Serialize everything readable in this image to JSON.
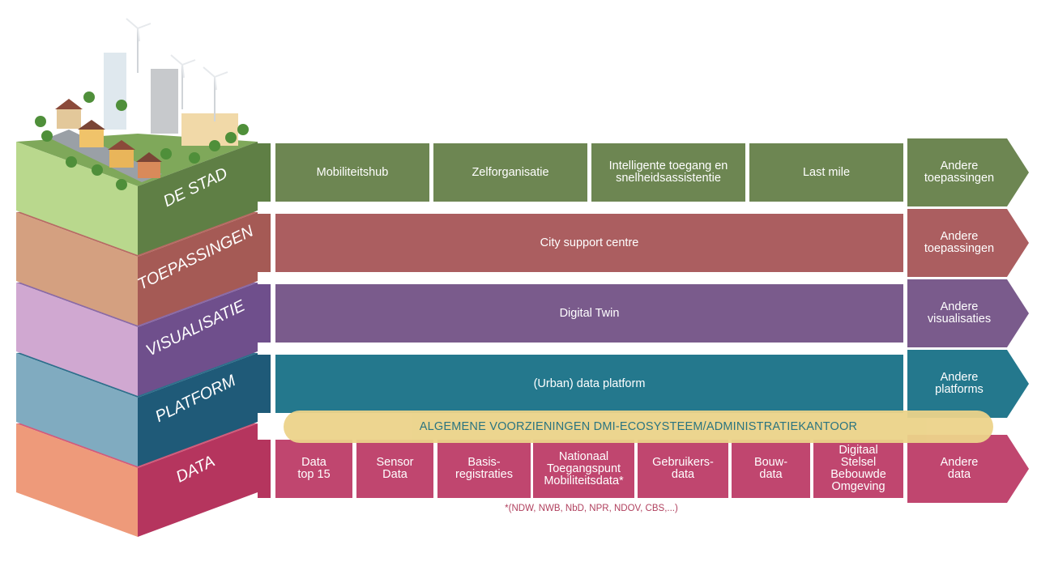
{
  "layers": [
    {
      "name": "DE STAD",
      "top_color": "#7fa85a",
      "front_color": "#b9d88d",
      "side_color": "#5f7f45",
      "cells": [
        "Mobiliteitshub",
        "Zelforganisatie",
        "Intelligente toegang en\nsnelheidsassistentie",
        "Last mile"
      ],
      "cell_color": "#6d8652",
      "arrow_label": "Andere\ntoepassingen"
    },
    {
      "name": "TOEPASSINGEN",
      "top_color": "#b76b63",
      "front_color": "#d4a080",
      "side_color": "#a55a55",
      "cells": [
        "City support centre"
      ],
      "cell_color": "#ab5e60",
      "arrow_label": "Andere\ntoepassingen"
    },
    {
      "name": "VISUALISATIE",
      "top_color": "#8b6aa6",
      "front_color": "#d0a8d1",
      "side_color": "#6f4f8c",
      "cells": [
        "Digital Twin"
      ],
      "cell_color": "#7a5b8c",
      "arrow_label": "Andere\nvisualisaties"
    },
    {
      "name": "PLATFORM",
      "top_color": "#2e6f8c",
      "front_color": "#80abc0",
      "side_color": "#1f5a78",
      "cells": [
        "(Urban) data platform"
      ],
      "cell_color": "#24788d",
      "arrow_label": "Andere\nplatforms"
    },
    {
      "name": "DATA",
      "top_color": "#d25b7a",
      "front_color": "#ee9a7a",
      "side_color": "#b5355e",
      "cells": [
        "Data\ntop 15",
        "Sensor\nData",
        "Basis-\nregistraties",
        "Nationaal\nToegangspunt\nMobiliteitsdata*",
        "Gebruikers-\ndata",
        "Bouw-\ndata",
        "Digitaal\nStelsel\nBebouwde\nOmgeving"
      ],
      "cell_color": "#c0466f",
      "arrow_label": "Andere\ndata"
    }
  ],
  "shared_bar": "ALGEMENE VOORZIENINGEN DMI-ECOSYSTEEM/ADMINISTRATIEKANTOOR",
  "footnote": "*(NDW, NWB, NbD, NPR, NDOV, CBS,...)"
}
